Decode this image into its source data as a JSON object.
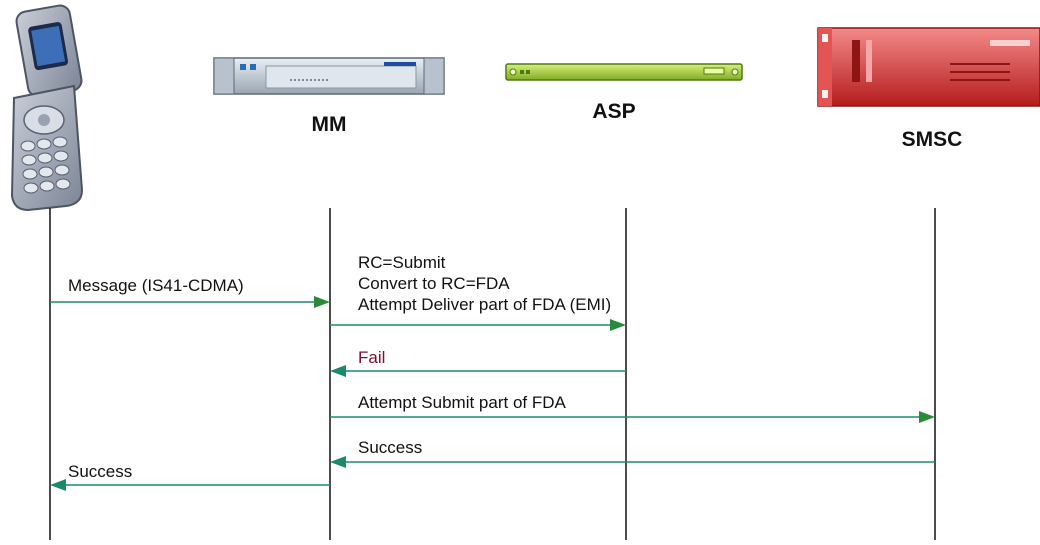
{
  "colors": {
    "arrow": "#1b8a6b",
    "arrow_head": "#2a8a3a",
    "lifeline": "#111111",
    "fail_text": "#7a1030",
    "text": "#111111"
  },
  "nodes": {
    "phone": {
      "label": "",
      "icon": "flip-phone-icon"
    },
    "mm": {
      "label": "MM",
      "icon": "rack-server-icon"
    },
    "asp": {
      "label": "ASP",
      "icon": "thin-server-icon"
    },
    "smsc": {
      "label": "SMSC",
      "icon": "red-server-icon"
    }
  },
  "messages": {
    "m1": "Message (IS41-CDMA)",
    "m2_line1": "RC=Submit",
    "m2_line2": "Convert to RC=FDA",
    "m2_line3": "Attempt Deliver part of FDA (EMI)",
    "m3": "Fail",
    "m4": "Attempt Submit part of FDA",
    "m5": "Success",
    "m6": "Success"
  }
}
